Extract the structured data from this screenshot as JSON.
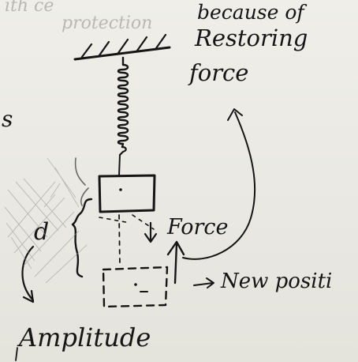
{
  "labels": {
    "top_note_line1": "because of",
    "top_note_line2": "Restoring",
    "top_note_line3": "force",
    "force": "Force",
    "new_position": "New positi",
    "amplitude": "Amplitude",
    "displacement": "d",
    "left_fragment": "s",
    "bleed_top": "ith    ce",
    "bleed_mirror": "protection"
  }
}
